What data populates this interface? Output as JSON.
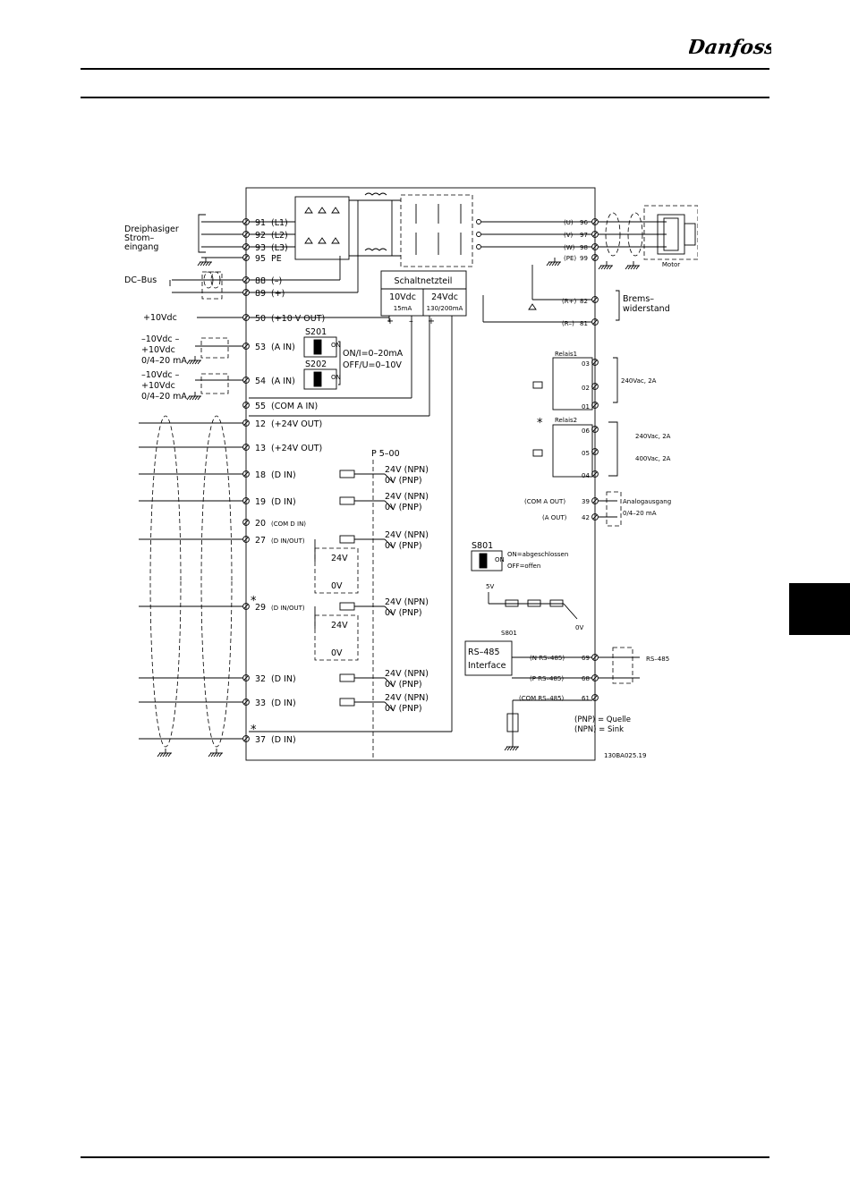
{
  "brand": "Danfoss",
  "diagram": {
    "mains": {
      "label": [
        "Dreiphasiger",
        "Strom–",
        "eingang"
      ]
    },
    "dcbus": "DC–Bus",
    "left_labels": {
      "v10": "+10Vdc",
      "ain53": [
        "–10Vdc –",
        "+10Vdc",
        "0/4–20 mA"
      ],
      "ain54": [
        "–10Vdc –",
        "+10Vdc",
        "0/4–20 mA"
      ]
    },
    "terminals_left": [
      {
        "num": "91",
        "name": "(L1)"
      },
      {
        "num": "92",
        "name": "(L2)"
      },
      {
        "num": "93",
        "name": "(L3)"
      },
      {
        "num": "95",
        "name": "PE"
      },
      {
        "num": "88",
        "name": "(–)"
      },
      {
        "num": "89",
        "name": "(+)"
      },
      {
        "num": "50",
        "name": "(+10 V OUT)"
      },
      {
        "num": "53",
        "name": "(A IN)"
      },
      {
        "num": "54",
        "name": "(A IN)"
      },
      {
        "num": "55",
        "name": "(COM A IN)"
      },
      {
        "num": "12",
        "name": "(+24V OUT)"
      },
      {
        "num": "13",
        "name": "(+24V OUT)"
      },
      {
        "num": "18",
        "name": "(D IN)"
      },
      {
        "num": "19",
        "name": "(D IN)"
      },
      {
        "num": "20",
        "name": "(COM D IN)"
      },
      {
        "num": "27",
        "name": "(D IN/OUT)"
      },
      {
        "num": "29",
        "name": "(D IN/OUT)"
      },
      {
        "num": "32",
        "name": "(D IN)"
      },
      {
        "num": "33",
        "name": "(D IN)"
      },
      {
        "num": "37",
        "name": "(D IN)"
      }
    ],
    "psu": {
      "title": "Schaltnetzteil",
      "v10": "10Vdc",
      "v10_ma": "15mA",
      "v24": "24Vdc",
      "v24_ma": "130/200mA"
    },
    "switches": {
      "s201": "S201",
      "s202": "S202",
      "on": "ON",
      "on_desc": "ON/I=0–20mA",
      "off_desc": "OFF/U=0–10V",
      "s801": "S801",
      "s801_on": "ON=abgeschlossen",
      "s801_off": "OFF=offen"
    },
    "param": "P 5–00",
    "npn": "24V (NPN)",
    "pnp": "0V (PNP)",
    "out24": "24V",
    "out0": "0V",
    "asterisk": "*",
    "motor": {
      "terms": [
        {
          "name": "(U)",
          "num": "96"
        },
        {
          "name": "(V)",
          "num": "97"
        },
        {
          "name": "(W)",
          "num": "98"
        },
        {
          "name": "(PE)",
          "num": "99"
        }
      ],
      "label": "Motor"
    },
    "brake": {
      "rp": "(R+)",
      "rp_num": "82",
      "rm": "(R–)",
      "rm_num": "81",
      "label": [
        "Brems–",
        "widerstand"
      ]
    },
    "relay1": {
      "label": "Relais1",
      "terms": [
        "03",
        "02",
        "01"
      ],
      "rating": "240Vac, 2A"
    },
    "relay2": {
      "label": "Relais2",
      "terms": [
        "06",
        "05",
        "04"
      ],
      "rating_a": "240Vac, 2A",
      "rating_b": "400Vac, 2A"
    },
    "analog_out": {
      "com": "(COM A OUT)",
      "com_num": "39",
      "aout": "(A OUT)",
      "aout_num": "42",
      "label": "Analogausgang",
      "range": "0/4–20 mA"
    },
    "rs485": {
      "v5": "5V",
      "v0": "0V",
      "iface": [
        "RS–485",
        "Interface"
      ],
      "n": "(N RS–485)",
      "n_num": "69",
      "p": "(P RS–485)",
      "p_num": "68",
      "com": "(COM RS–485)",
      "com_num": "61",
      "label": "RS–485"
    },
    "legend": {
      "pnp": "(PNP) = Quelle",
      "npn": "(NPN) = Sink"
    },
    "code": "130BA025.19"
  }
}
